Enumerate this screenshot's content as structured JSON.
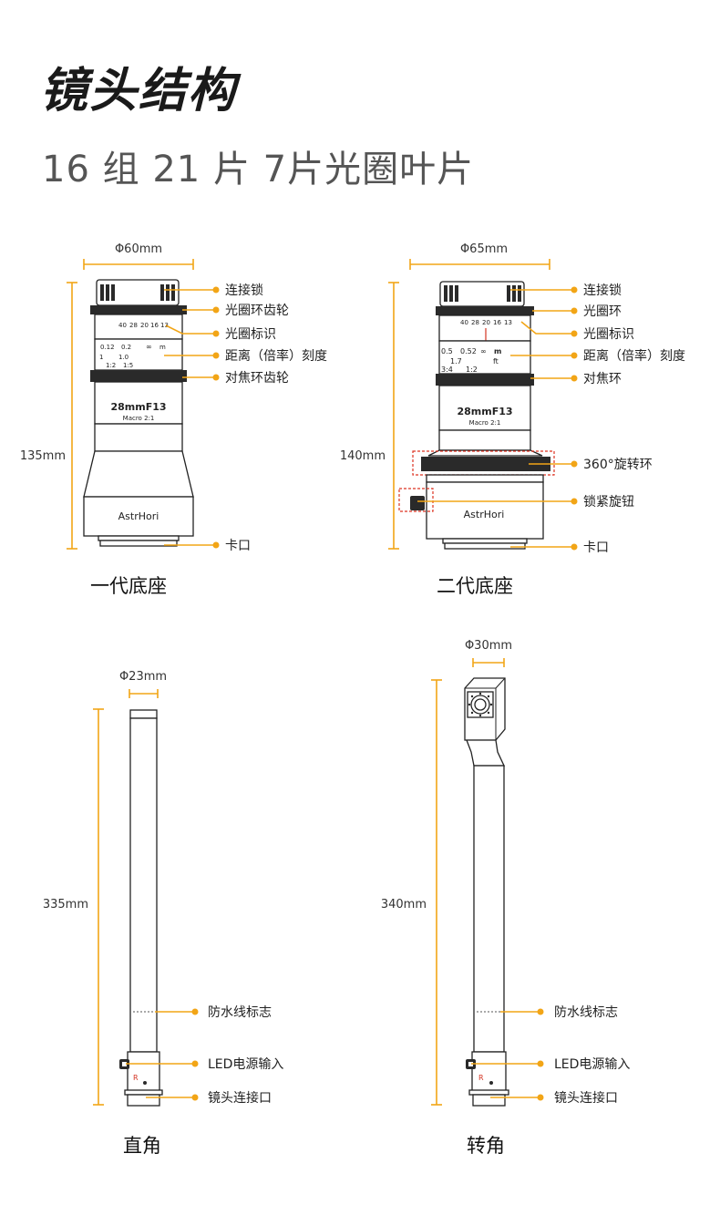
{
  "header": {
    "title": "镜头结构",
    "subtitle": "16 组 21 片  7片光圈叶片"
  },
  "lens1": {
    "diameter": "Φ60mm",
    "length": "135mm",
    "caption": "一代底座",
    "model": "28mmF13",
    "macro": "Macro 2:1",
    "brand": "AstrHori",
    "aperture_scale": [
      "40",
      "28",
      "20",
      "16",
      "13"
    ],
    "focus_row1": [
      "0.12",
      "0.2",
      "∞",
      "m"
    ],
    "focus_row2": [
      "1",
      "1.0"
    ],
    "focus_row3": [
      "1:2",
      "1:5"
    ],
    "labels": [
      "连接锁",
      "光圈环齿轮",
      "光圈标识",
      "距离（倍率）刻度",
      "对焦环齿轮",
      "卡口"
    ]
  },
  "lens2": {
    "diameter": "Φ65mm",
    "length": "140mm",
    "caption": "二代底座",
    "model": "28mmF13",
    "macro": "Macro 2:1",
    "brand": "AstrHori",
    "aperture_scale": [
      "40",
      "28",
      "20",
      "16",
      "13"
    ],
    "focus_row1": [
      "0.5",
      "0.52",
      "∞",
      "m"
    ],
    "focus_row2": [
      "1.7",
      "ft"
    ],
    "focus_row3": [
      "3:4",
      "1:2"
    ],
    "labels": [
      "连接锁",
      "光圈环",
      "光圈标识",
      "距离（倍率）刻度",
      "对焦环",
      "360°旋转环",
      "锁紧旋钮",
      "卡口"
    ]
  },
  "probe1": {
    "diameter": "Φ23mm",
    "length": "335mm",
    "caption": "直角",
    "marker": "R",
    "labels": [
      "防水线标志",
      "LED电源输入",
      "镜头连接口"
    ]
  },
  "probe2": {
    "diameter": "Φ30mm",
    "length": "340mm",
    "caption": "转角",
    "marker": "R",
    "labels": [
      "防水线标志",
      "LED电源输入",
      "镜头连接口"
    ]
  },
  "colors": {
    "accent": "#F2A516",
    "highlight": "#D33322",
    "line": "#222222"
  }
}
